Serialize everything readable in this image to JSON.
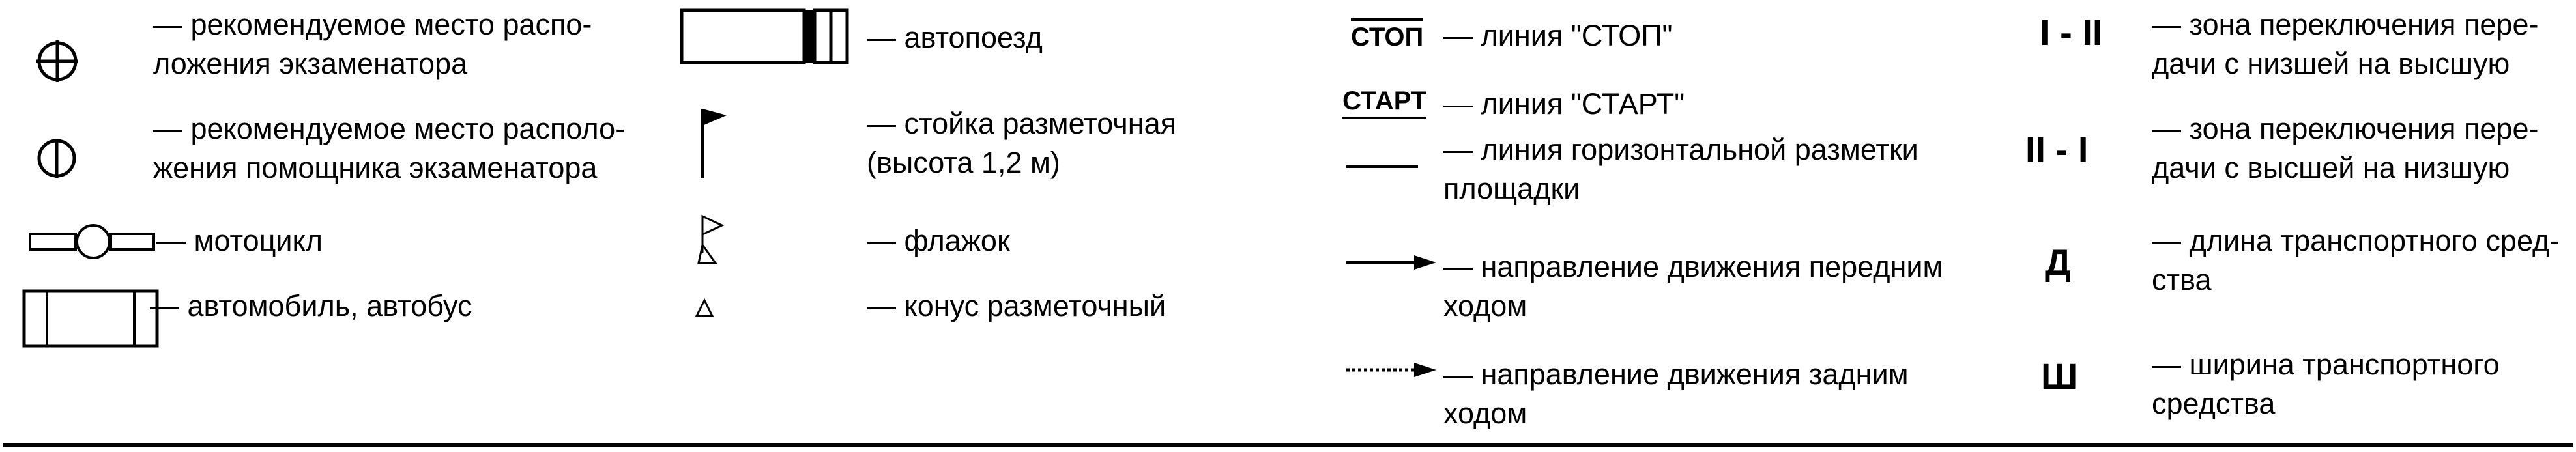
{
  "legend": {
    "col1": {
      "examiner_place": "— рекомендуемое место распо-\nложения экзаменатора",
      "assistant_place": "— рекомендуемое место располо-\nжения помощника экзаменатора",
      "motorcycle": "— мотоцикл",
      "car_bus": "— автомобиль, автобус"
    },
    "col2": {
      "road_train": "— автопоезд",
      "marker_post": "— стойка разметочная\n(высота 1,2 м)",
      "flag": "— флажок",
      "cone": "— конус разметочный"
    },
    "col3": {
      "stop_code": "СТОП",
      "stop_line": "— линия \"СТОП\"",
      "start_code": "СТАРТ",
      "start_line": "— линия \"СТАРТ\"",
      "marking_line": "— линия горизонтальной разметки\nплощадки",
      "forward_direction": "— направление движения передним\nходом",
      "reverse_direction": "— направление движения задним\nходом"
    },
    "col4": {
      "upshift_code": "I - II",
      "upshift_zone": "— зона переключения пере-\nдачи с низшей на высшую",
      "downshift_code": "II - I",
      "downshift_zone": "— зона переключения пере-\nдачи с высшей на низшую",
      "length_code": "Д",
      "length": "— длина транспортного сред-\nства",
      "width_code": "Ш",
      "width": "— ширина транспортного\nсредства"
    },
    "icons": {
      "examiner": "circle-cross-icon",
      "assistant": "circle-vertical-line-icon",
      "motorcycle": "motorcycle-icon",
      "car_bus": "car-bus-icon",
      "road_train": "road-train-icon",
      "marker_post": "marker-post-icon",
      "flag": "flag-icon",
      "cone": "cone-icon",
      "marking_line": "horizontal-line-icon",
      "forward": "solid-arrow-icon",
      "reverse": "dotted-arrow-icon"
    },
    "colors": {
      "ink": "#000000",
      "background": "#ffffff"
    }
  }
}
